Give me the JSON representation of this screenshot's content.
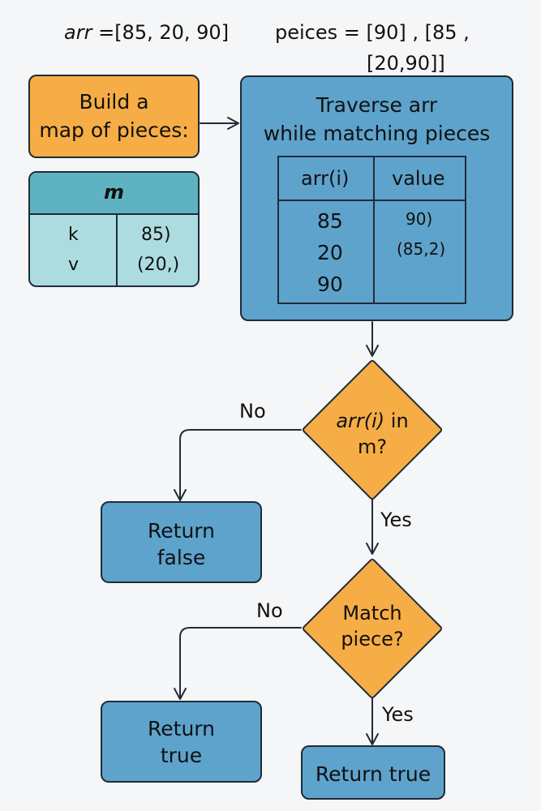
{
  "header": {
    "arr_name": "arr",
    "arr_value": " =[85, 20, 90]",
    "pieces_line1": "peices = [90] ,  [85 ,",
    "pieces_line2": "[20,90]]"
  },
  "build_box": {
    "line1": "Build a",
    "line2": "map of pieces:"
  },
  "map_table": {
    "title": "m",
    "rows": [
      {
        "key": "k",
        "value": "85)"
      },
      {
        "key": "v",
        "value": "(20,)"
      }
    ]
  },
  "traverse_box": {
    "line1": "Traverse arr",
    "line2": "while matching pieces"
  },
  "arr_table": {
    "headers": [
      "arr(i)",
      "value"
    ],
    "arr_values": [
      "85",
      "20",
      "90"
    ],
    "values": [
      "90)",
      "(85,2)"
    ]
  },
  "decision1": {
    "line1_italic": "arr(i)",
    "line1_rest": " in",
    "line2": "m?"
  },
  "decision2": {
    "line1": "Match",
    "line2": "piece?"
  },
  "edge_labels": {
    "no1": "No",
    "yes1": "Yes",
    "no2": "No",
    "yes2": "Yes"
  },
  "return_false_box": {
    "line1": "Return",
    "line2": "false"
  },
  "return_true_box_left": {
    "line1": "Return",
    "line2": "true"
  },
  "return_true_box_right": {
    "line1": "Return true"
  },
  "colors": {
    "orange": "#f7ad45",
    "blue": "#5ea3cc",
    "teal_header": "#5fb3c1",
    "teal_body": "#acdcdf",
    "stroke": "#1f2c38",
    "background": "#f4f6f8"
  }
}
